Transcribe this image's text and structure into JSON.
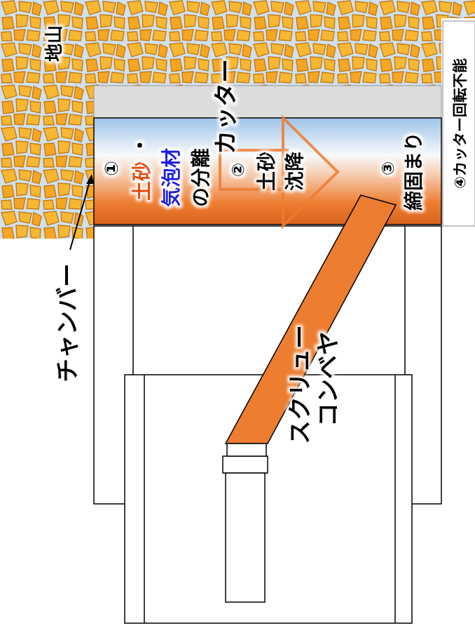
{
  "labels": {
    "ground": "地山",
    "cutter": "カッター",
    "chamber": "チャンバー",
    "conveyor_line1": "スクリュー",
    "conveyor_line2": "コンベヤ",
    "cutter_stop": "④カッター回転不能"
  },
  "steps": {
    "step1_num": "①",
    "step1_soil": "土砂",
    "step1_dot": "・",
    "step1_foam": "気泡材",
    "step1_sep": "の分離",
    "step2_num": "②",
    "step2_line1": "土砂",
    "step2_line2": "沈降",
    "step3_num": "③",
    "step3_text": "締固まり"
  },
  "colors": {
    "rock_fill": "#f7b733",
    "rock_stroke": "#c87a12",
    "soil_orange": "#ed7d31",
    "foam_blue": "#9ec3e8",
    "cutter_grey": "#dcdcdc",
    "text_red": "#e84c0c",
    "text_blue": "#1a1ae6"
  }
}
